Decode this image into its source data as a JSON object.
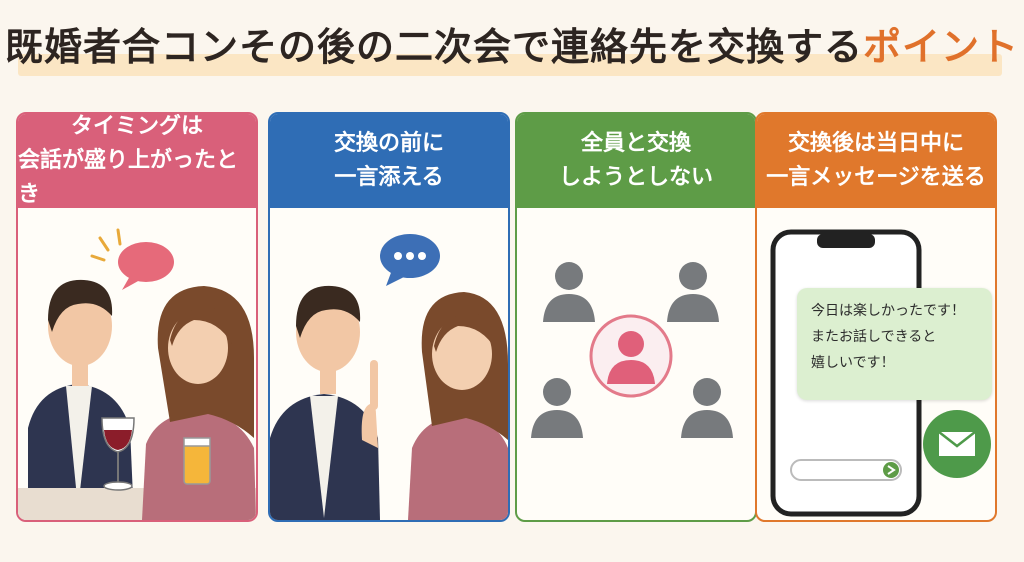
{
  "title": {
    "main": "既婚者合コンその後の二次会で連絡先を交換する",
    "accent": "ポイント"
  },
  "cards": [
    {
      "line1": "タイミングは",
      "line2": "会話が盛り上がったとき",
      "color": "#d9607a"
    },
    {
      "line1": "交換の前に",
      "line2": "一言添える",
      "color": "#2f6db5"
    },
    {
      "line1": "全員と交換",
      "line2": "しようとしない",
      "color": "#5e9c47"
    },
    {
      "line1": "交換後は当日中に",
      "line2": "一言メッセージを送る",
      "color": "#e0782c"
    }
  ],
  "message": {
    "line1": "今日は楽しかったです！",
    "line2": "またお話しできると",
    "line3": "嬉しいです！"
  }
}
